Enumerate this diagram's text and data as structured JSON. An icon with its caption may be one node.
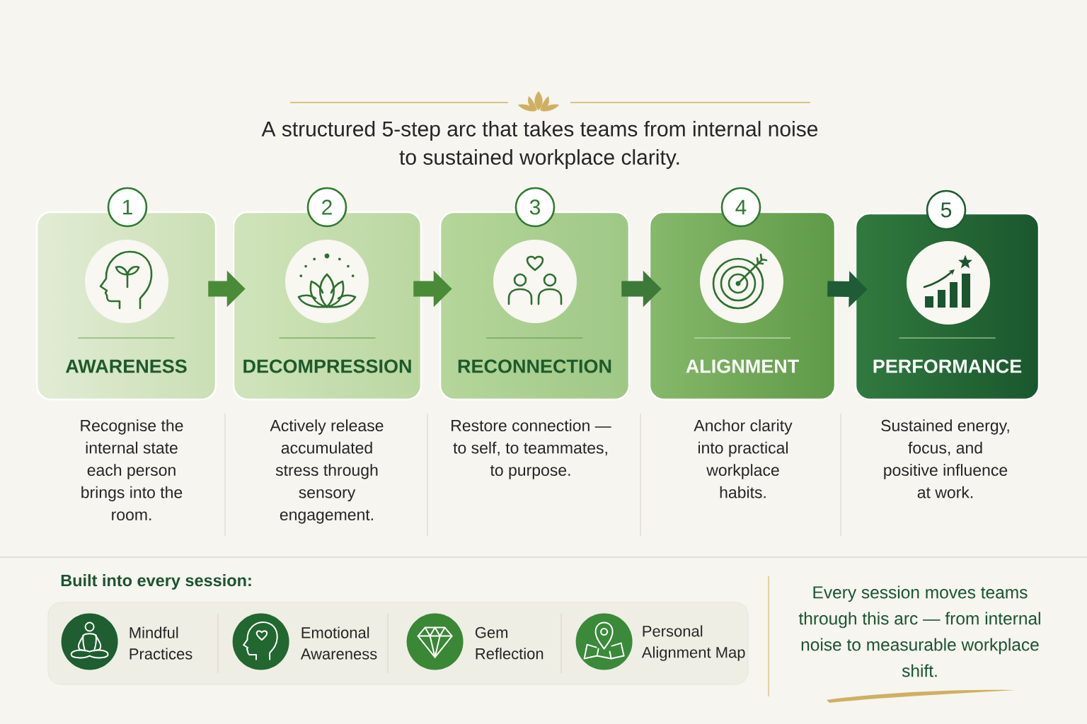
{
  "diagram": {
    "nodes": [
      {
        "text": [
          "1",
          "AWARENESS"
        ],
        "beside": [
          "Recognise the internal state each person brings into the room."
        ]
      },
      {
        "text": [
          "2",
          "DECOMPRESSION"
        ],
        "beside": [
          "Actively release accumulated stress through sensory engagement."
        ]
      },
      {
        "text": [
          "3",
          "RECONNECTION"
        ],
        "beside": [
          "Restore connection — to self, to teammates, to purpose."
        ]
      },
      {
        "text": [
          "4",
          "ALIGNMENT"
        ],
        "beside": [
          "Anchor clarity into practical workplace habits."
        ]
      },
      {
        "text": [
          "5",
          "PERFORMANCE"
        ],
        "beside": [
          "Sustained energy, focus, and positive influence at work."
        ]
      },
      {
        "text": [
          "Built into every session:"
        ]
      },
      {
        "text": [
          "Mindful Practices"
        ],
        "in": 5
      },
      {
        "text": [
          "Emotional Awareness"
        ],
        "in": 5
      },
      {
        "text": [
          "Gem Reflection"
        ],
        "in": 5
      },
      {
        "text": [
          "Personal Alignment Map"
        ],
        "in": 5
      }
    ],
    "edges": [
      {
        "from": 0,
        "to": 1,
        "arrow": "to"
      },
      {
        "from": 1,
        "to": 2,
        "arrow": "to"
      },
      {
        "from": 2,
        "to": 3,
        "arrow": "to",
        "color": "#3d7a3a"
      },
      {
        "from": 3,
        "to": 4,
        "arrow": "to",
        "color": "#1e5c35"
      }
    ],
    "labels": [
      "A structured 5-step arc that takes teams from internal noise to sustained workplace clarity.",
      "Every session moves teams through this arc — from internal noise to measurable workplace shift."
    ]
  }
}
